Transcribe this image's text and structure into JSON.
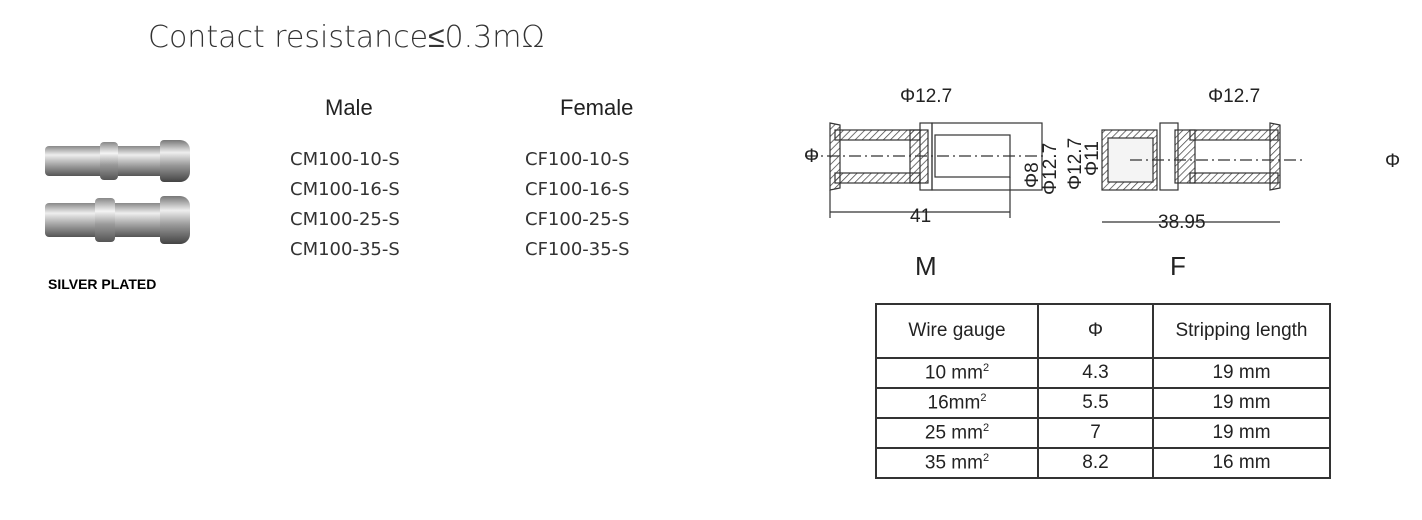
{
  "title": "Contact resistance≤0.3mΩ",
  "headers": {
    "male": "Male",
    "female": "Female"
  },
  "male_parts": [
    "CM100-10-S",
    "CM100-16-S",
    "CM100-25-S",
    "CM100-35-S"
  ],
  "female_parts": [
    "CF100-10-S",
    "CF100-16-S",
    "CF100-25-S",
    "CF100-35-S"
  ],
  "plating_label": "SILVER PLATED",
  "drawings": {
    "male": {
      "label": "M",
      "dim_top": "Φ12.7",
      "dim_phi": "Φ",
      "dim_inner": "Φ8",
      "dim_outer": "Φ12.7",
      "length": "41"
    },
    "female": {
      "label": "F",
      "dim_top": "Φ12.7",
      "dim_outer": "Φ12.7",
      "dim_inner": "Φ11",
      "dim_phi": "Φ",
      "length": "38.95"
    }
  },
  "table": {
    "headers": [
      "Wire gauge",
      "Φ",
      "Stripping length"
    ],
    "rows": [
      {
        "gauge": "10 mm",
        "phi": "4.3",
        "strip": "19 mm"
      },
      {
        "gauge": "16mm",
        "phi": "5.5",
        "strip": "19 mm"
      },
      {
        "gauge": "25 mm",
        "phi": "7",
        "strip": "19 mm"
      },
      {
        "gauge": "35 mm",
        "phi": "8.2",
        "strip": "16 mm"
      }
    ],
    "superscript": "2"
  }
}
